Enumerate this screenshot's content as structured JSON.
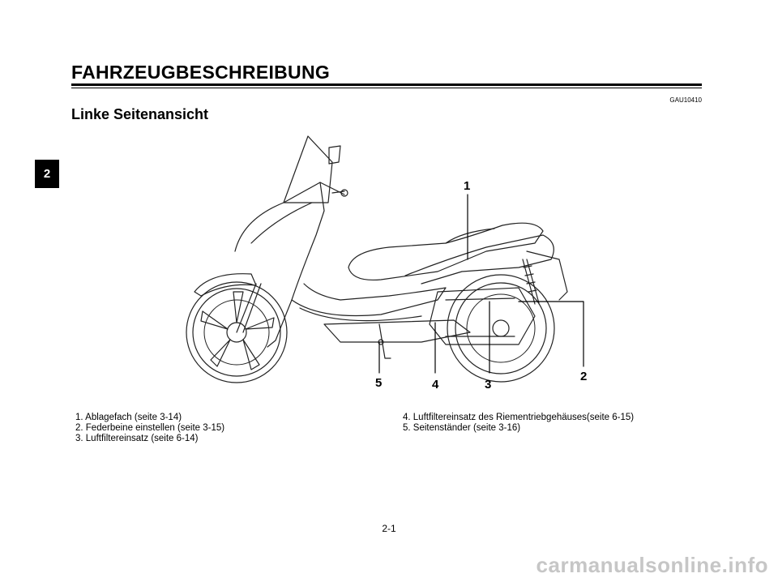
{
  "chapter_tab": "2",
  "title": "FAHRZEUGBESCHREIBUNG",
  "ref_code": "GAU10410",
  "subtitle": "Linke Seitenansicht",
  "callouts": [
    "1",
    "2",
    "3",
    "4",
    "5"
  ],
  "legend_left": [
    "1. Ablagefach (seite 3-14)",
    "2. Federbeine einstellen (seite 3-15)",
    "3. Luftfiltereinsatz (seite 6-14)"
  ],
  "legend_right": [
    "4. Luftfiltereinsatz des Riementriebgehäuses(seite 6-15)",
    "5. Seitenständer (seite 3-16)"
  ],
  "page_number": "2-1",
  "watermark": "carmanualsonline.info"
}
